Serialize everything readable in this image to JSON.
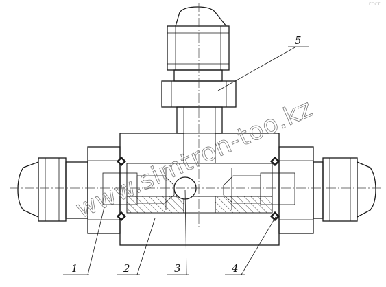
{
  "drawing": {
    "watermark": "www.simtron-too.kz",
    "corner_mark": "ГОСТ",
    "callouts": [
      {
        "id": "1",
        "label": "1"
      },
      {
        "id": "2",
        "label": "2"
      },
      {
        "id": "3",
        "label": "3"
      },
      {
        "id": "4",
        "label": "4"
      },
      {
        "id": "5",
        "label": "5"
      }
    ]
  }
}
